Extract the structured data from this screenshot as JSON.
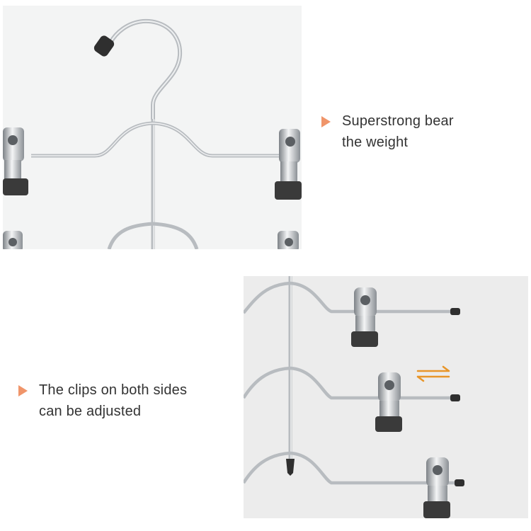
{
  "captions": [
    {
      "lines": [
        "Superstrong bear",
        "the weight"
      ]
    },
    {
      "lines": [
        "The clips on both sides",
        "can be adjusted"
      ]
    }
  ],
  "colors": {
    "bullet": "#f0956a",
    "caption_text": "#333333",
    "adjust_arrows": "#e8962a",
    "wire": "#b8bcc0",
    "clip_pad": "#3a3a3a"
  },
  "icons": [
    "orange-triangle-bullet-icon",
    "adjust-arrows-icon"
  ]
}
